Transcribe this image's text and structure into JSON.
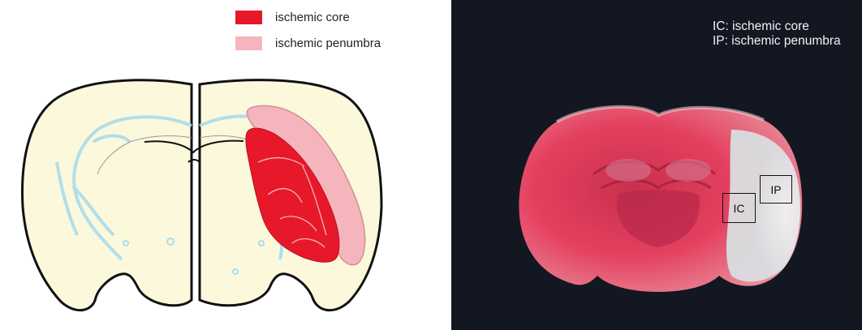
{
  "colors": {
    "ischemic_core": "#e8182b",
    "ischemic_penumbra": "#f5b5bd",
    "brain_fill": "#fbf8dc",
    "outline": "#111111",
    "vessel": "#a9dcec",
    "photo_background": "#131722",
    "tissue_red": "#e23a58",
    "tissue_pale": "#e8ebec"
  },
  "legend": {
    "items": [
      {
        "label": "ischemic core",
        "color": "#e8182b"
      },
      {
        "label": "ischemic penumbra",
        "color": "#f5b5bd"
      }
    ]
  },
  "photo": {
    "key": [
      "IC: ischemic core",
      "IP: ischemic penumbra"
    ],
    "box_labels": {
      "ic": "IC",
      "ip": "IP"
    }
  }
}
